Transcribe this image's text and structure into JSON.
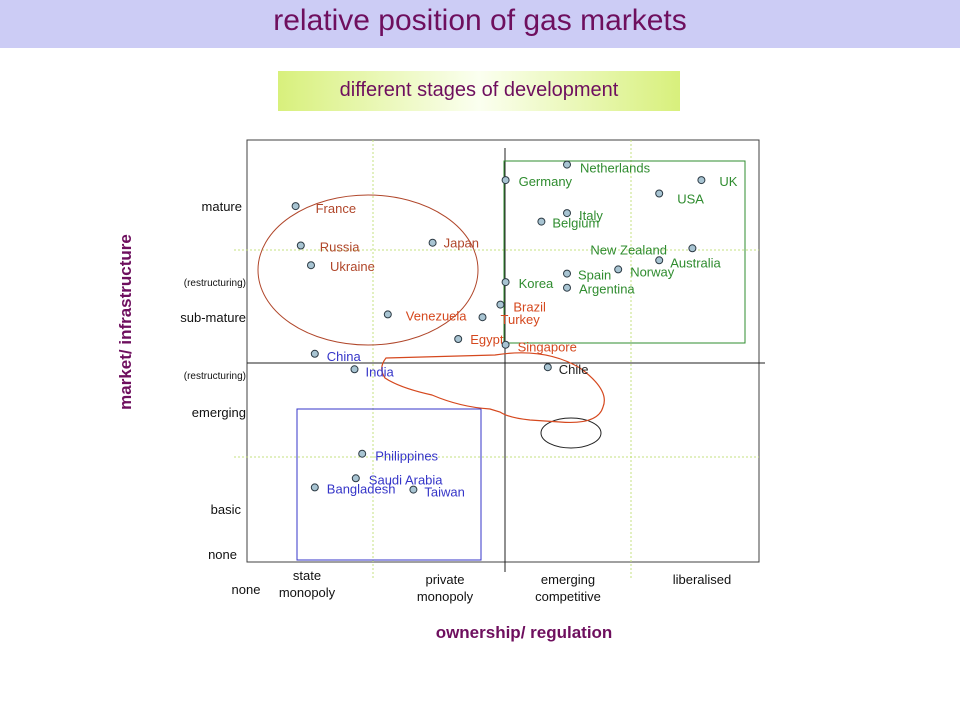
{
  "slide_title": "relative position of gas markets",
  "subtitle": "different stages of development",
  "chart_data": {
    "type": "scatter",
    "xlabel": "ownership/ regulation",
    "ylabel": "market/ infrastructure",
    "x_ticks": [
      "none",
      "state monopoly",
      "private monopoly",
      "emerging competitive",
      "liberalised"
    ],
    "y_ticks": [
      "none",
      "basic",
      "emerging",
      "(restructuring)",
      "sub-mature",
      "(restructuring)",
      "mature"
    ],
    "xlim": [
      0,
      4
    ],
    "ylim": [
      0,
      6
    ],
    "grid": true,
    "colors": {
      "group_a": "#b0462a",
      "group_b": "#2f8c2f",
      "group_c": "#d5481e",
      "group_d": "#3535c8",
      "chile": "#222222"
    },
    "points": [
      {
        "label": "Netherlands",
        "x": 2.5,
        "y": 5.65,
        "group": "group_b"
      },
      {
        "label": "Germany",
        "x": 2.02,
        "y": 5.43,
        "group": "group_b"
      },
      {
        "label": "UK",
        "x": 3.55,
        "y": 5.43,
        "group": "group_b"
      },
      {
        "label": "USA",
        "x": 3.22,
        "y": 5.24,
        "group": "group_b"
      },
      {
        "label": "Italy",
        "x": 2.5,
        "y": 4.96,
        "group": "group_b"
      },
      {
        "label": "Belgium",
        "x": 2.3,
        "y": 4.84,
        "group": "group_b"
      },
      {
        "label": "New Zealand",
        "x": 3.48,
        "y": 4.46,
        "group": "group_b"
      },
      {
        "label": "Australia",
        "x": 3.22,
        "y": 4.29,
        "group": "group_b"
      },
      {
        "label": "Norway",
        "x": 2.9,
        "y": 4.16,
        "group": "group_b"
      },
      {
        "label": "Spain",
        "x": 2.5,
        "y": 4.1,
        "group": "group_b"
      },
      {
        "label": "Korea",
        "x": 2.02,
        "y": 3.98,
        "group": "group_b"
      },
      {
        "label": "Argentina",
        "x": 2.5,
        "y": 3.9,
        "group": "group_b"
      },
      {
        "label": "France",
        "x": 0.38,
        "y": 5.06,
        "group": "group_a"
      },
      {
        "label": "Japan",
        "x": 1.45,
        "y": 4.54,
        "group": "group_a"
      },
      {
        "label": "Russia",
        "x": 0.42,
        "y": 4.5,
        "group": "group_a"
      },
      {
        "label": "Ukraine",
        "x": 0.5,
        "y": 4.22,
        "group": "group_a"
      },
      {
        "label": "Brazil",
        "x": 1.98,
        "y": 3.66,
        "group": "group_c"
      },
      {
        "label": "Venezuela",
        "x": 1.1,
        "y": 3.52,
        "group": "group_c"
      },
      {
        "label": "Turkey",
        "x": 1.84,
        "y": 3.48,
        "group": "group_c"
      },
      {
        "label": "Egypt",
        "x": 1.65,
        "y": 3.17,
        "group": "group_c"
      },
      {
        "label": "Singapore",
        "x": 2.02,
        "y": 3.09,
        "group": "group_c"
      },
      {
        "label": "Chile",
        "x": 2.35,
        "y": 2.77,
        "group": "chile"
      },
      {
        "label": "China",
        "x": 0.53,
        "y": 2.96,
        "group": "group_d"
      },
      {
        "label": "India",
        "x": 0.84,
        "y": 2.74,
        "group": "group_d"
      },
      {
        "label": "Philippines",
        "x": 0.9,
        "y": 1.54,
        "group": "group_d"
      },
      {
        "label": "Saudi Arabia",
        "x": 0.85,
        "y": 1.19,
        "group": "group_d"
      },
      {
        "label": "Bangladesh",
        "x": 0.53,
        "y": 1.06,
        "group": "group_d"
      },
      {
        "label": "Taiwan",
        "x": 1.3,
        "y": 1.03,
        "group": "group_d"
      }
    ]
  }
}
